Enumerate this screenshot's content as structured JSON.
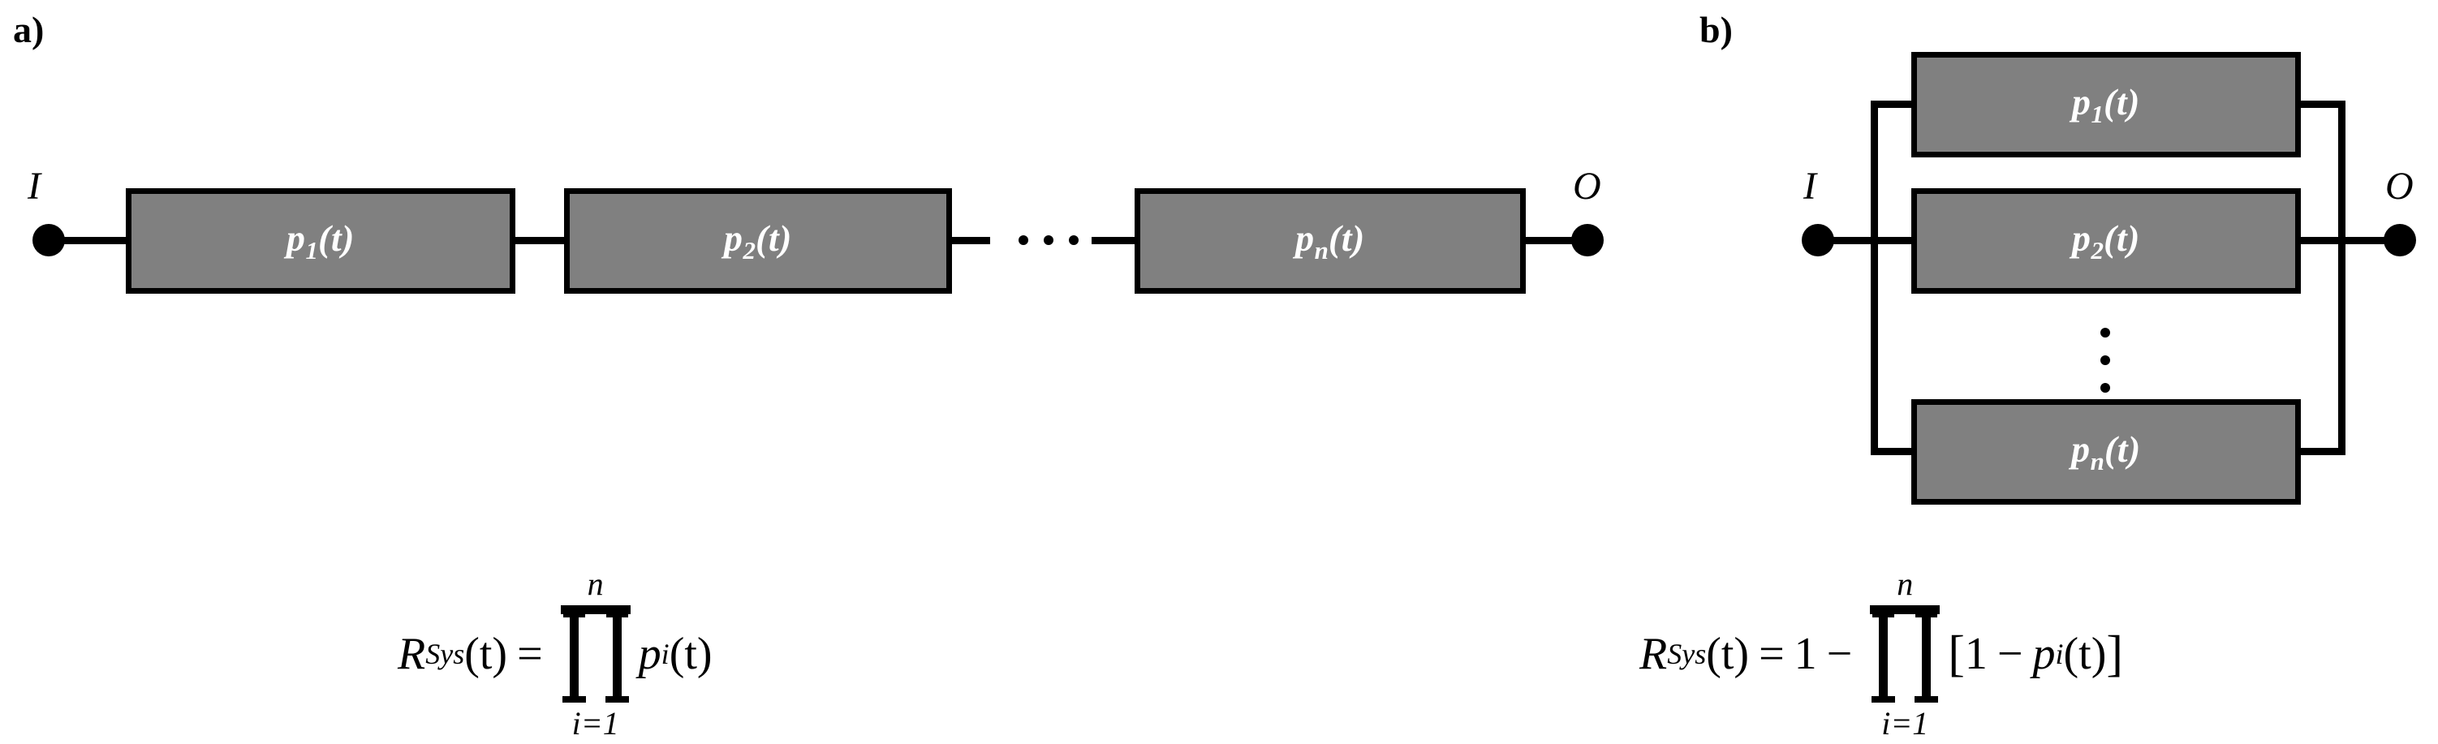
{
  "figure": {
    "background_color": "#ffffff",
    "block_fill_color": "#808080",
    "block_border_color": "#000000",
    "block_text_color": "#ffffff",
    "line_color": "#000000"
  },
  "panel_a": {
    "caption": "a)",
    "type": "series",
    "input_node_label": "I",
    "output_node_label": "O",
    "blocks": [
      {
        "base": "p",
        "sub": "1",
        "arg": "(t)",
        "full": "p₁(t)"
      },
      {
        "base": "p",
        "sub": "2",
        "arg": "(t)",
        "full": "p₂(t)"
      },
      {
        "base": "p",
        "sub": "n",
        "arg": "(t)",
        "full": "pₙ(t)"
      }
    ],
    "ellipsis": "···",
    "formula": {
      "lhs_base": "R",
      "lhs_sub": "Sys",
      "lhs_arg": "(t)",
      "equals": "=",
      "product_upper": "n",
      "product_lower": "i=1",
      "term_base": "p",
      "term_sub": "i",
      "term_arg": "(t)",
      "plain": "R_Sys(t) = ∏(i=1..n) p_i(t)"
    }
  },
  "panel_b": {
    "caption": "b)",
    "type": "parallel",
    "input_node_label": "I",
    "output_node_label": "O",
    "blocks": [
      {
        "base": "p",
        "sub": "1",
        "arg": "(t)",
        "full": "p₁(t)"
      },
      {
        "base": "p",
        "sub": "2",
        "arg": "(t)",
        "full": "p₂(t)"
      },
      {
        "base": "p",
        "sub": "n",
        "arg": "(t)",
        "full": "pₙ(t)"
      }
    ],
    "ellipsis": "⋮",
    "formula": {
      "lhs_base": "R",
      "lhs_sub": "Sys",
      "lhs_arg": "(t)",
      "equals": "=",
      "one": "1",
      "minus": "−",
      "product_upper": "n",
      "product_lower": "i=1",
      "bracket_open": "[",
      "inner_one": "1",
      "inner_minus": "−",
      "term_base": "p",
      "term_sub": "i",
      "term_arg": "(t)",
      "bracket_close": "]",
      "plain": "R_Sys(t) = 1 − ∏(i=1..n) [1 − p_i(t)]"
    }
  }
}
